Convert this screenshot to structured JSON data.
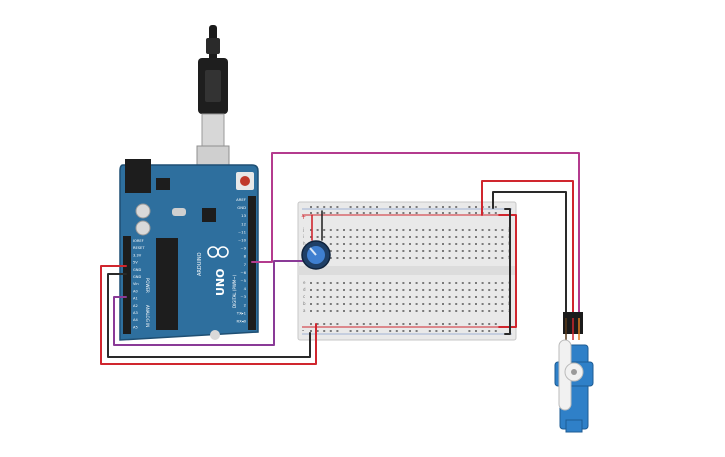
{
  "arduino": {
    "brand": "ARDUINO",
    "model": "UNO",
    "digital_header": "DIGITAL (PWM~)",
    "power_header": "POWER",
    "analog_header": "ANALOG IN",
    "left_pins": [
      "IOREF",
      "RESET",
      "3.3V",
      "5V",
      "GND",
      "GND",
      "Vin",
      "A0",
      "A1",
      "A2",
      "A3",
      "A4",
      "A5"
    ],
    "right_pins": [
      "AREF",
      "GND",
      "13",
      "12",
      "~11",
      "~10",
      "~9",
      "8",
      "7",
      "~6",
      "~5",
      "4",
      "~3",
      "2",
      "TX▸1",
      "RX◂0"
    ]
  },
  "breadboard": {
    "rows_top": [
      "j",
      "i",
      "h",
      "g",
      "f"
    ],
    "rows_bottom": [
      "e",
      "d",
      "c",
      "b",
      "a"
    ],
    "columns": 30,
    "rail_plus": "+",
    "rail_minus": "-"
  },
  "colors": {
    "board": "#2e6f9e",
    "board_edge": "#1f4f73",
    "breadboard": "#e9e9e9",
    "wire_red": "#d0262e",
    "wire_black": "#2a2a2a",
    "wire_purple": "#8a3a97",
    "wire_magenta": "#b43b8e",
    "servo": "#2f80c8"
  }
}
